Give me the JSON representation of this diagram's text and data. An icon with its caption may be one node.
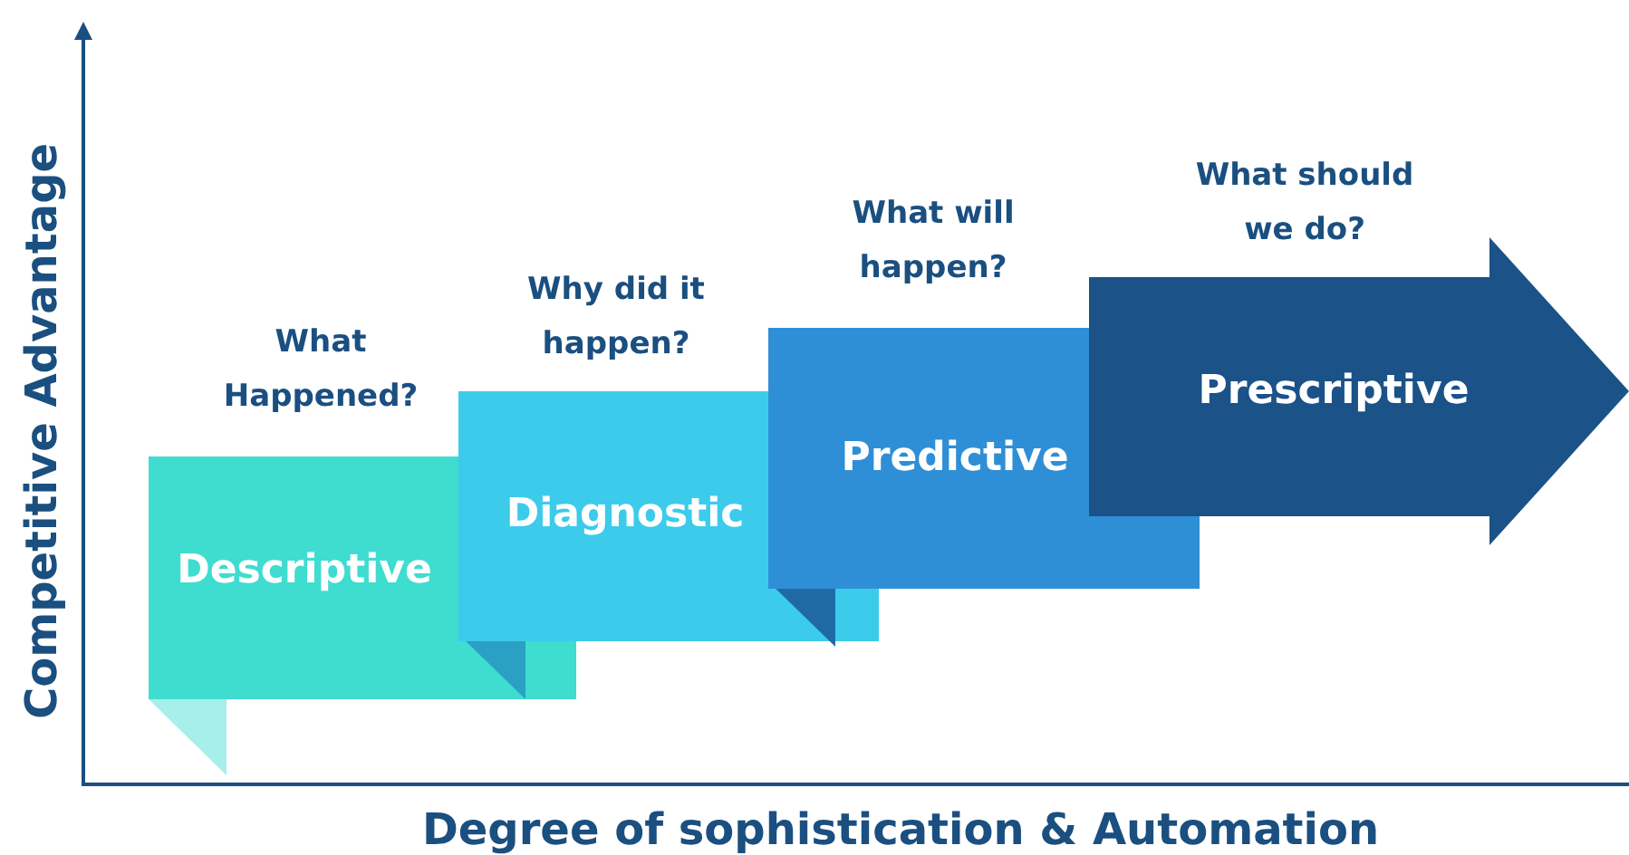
{
  "diagram": {
    "nodes": [
      {
        "text": [
          "What Happened?",
          "Descriptive"
        ]
      },
      {
        "text": [
          "Why did it happen?",
          "Diagnostic"
        ]
      },
      {
        "text": [
          "What will happen?",
          "Predictive"
        ]
      },
      {
        "text": [
          "What should we do?",
          "Prescriptive"
        ]
      }
    ],
    "labels": [
      "Competitive Advantage",
      "Degree of sophistication & Automation"
    ]
  }
}
